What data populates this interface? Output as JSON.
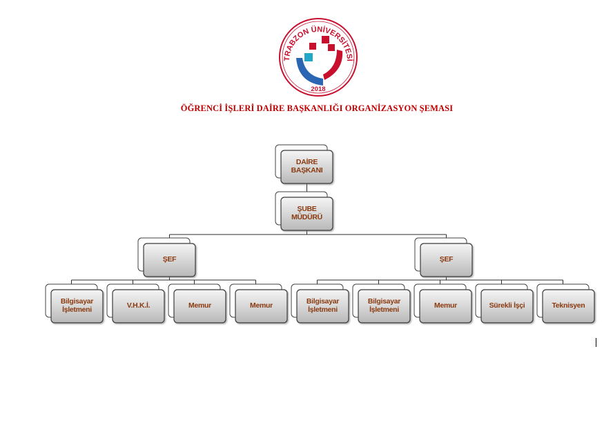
{
  "logo": {
    "arc_text": "TRABZON ÜNİVERSİTESİ",
    "year": "2018",
    "colors": {
      "ring": "#c8102e",
      "blue": "#2a66b1",
      "red": "#c8102e",
      "cyan": "#22a7c9"
    }
  },
  "title": "ÖĞRENCİ İŞLERİ DAİRE BAŞKANLIĞI ORGANİZASYON ŞEMASI",
  "org": {
    "head": {
      "lines": [
        "DAİRE",
        "BAŞKANI"
      ]
    },
    "deputy": {
      "lines": [
        "ŞUBE",
        "MÜDÜRÜ"
      ]
    },
    "chiefs": [
      {
        "lines": [
          "ŞEF"
        ],
        "staff": [
          {
            "lines": [
              "Bilgisayar",
              "İşletmeni"
            ]
          },
          {
            "lines": [
              "V.H.K.İ."
            ]
          },
          {
            "lines": [
              "Memur"
            ]
          },
          {
            "lines": [
              "Memur"
            ]
          }
        ]
      },
      {
        "lines": [
          "ŞEF"
        ],
        "staff": [
          {
            "lines": [
              "Bilgisayar",
              "İşletmeni"
            ]
          },
          {
            "lines": [
              "Bilgisayar",
              "İşletmeni"
            ]
          },
          {
            "lines": [
              "Memur"
            ]
          },
          {
            "lines": [
              "Sürekli İşçi"
            ]
          },
          {
            "lines": [
              "Teknisyen"
            ]
          }
        ]
      }
    ]
  },
  "colors": {
    "title": "#c00000",
    "label": "#8b3a10",
    "box_border": "#3a3a3a"
  }
}
